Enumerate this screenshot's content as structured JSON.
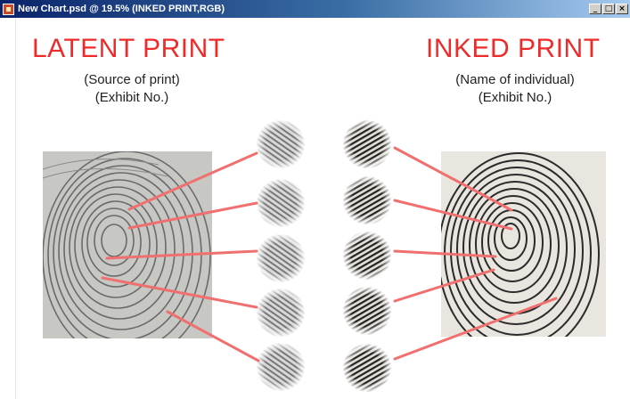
{
  "window": {
    "title": "New Chart.psd @ 19.5% (INKED PRINT,RGB)",
    "minimize_glyph": "_",
    "maximize_glyph": "□",
    "close_glyph": "×"
  },
  "latent": {
    "heading": "LATENT PRINT",
    "line1": "(Source of print)",
    "line2": "(Exhibit No.)"
  },
  "inked": {
    "heading": "INKED PRINT",
    "line1": "(Name of individual)",
    "line2": "(Exhibit No.)"
  },
  "colors": {
    "heading_red": "#ee2a2a",
    "connector_red": "#f07070",
    "ink": "#2b2b2b",
    "latent_ridge": "#6a6a6a"
  },
  "icons": {
    "app": "photoshop-document-icon",
    "fingerprint": "fingerprint-icon"
  }
}
